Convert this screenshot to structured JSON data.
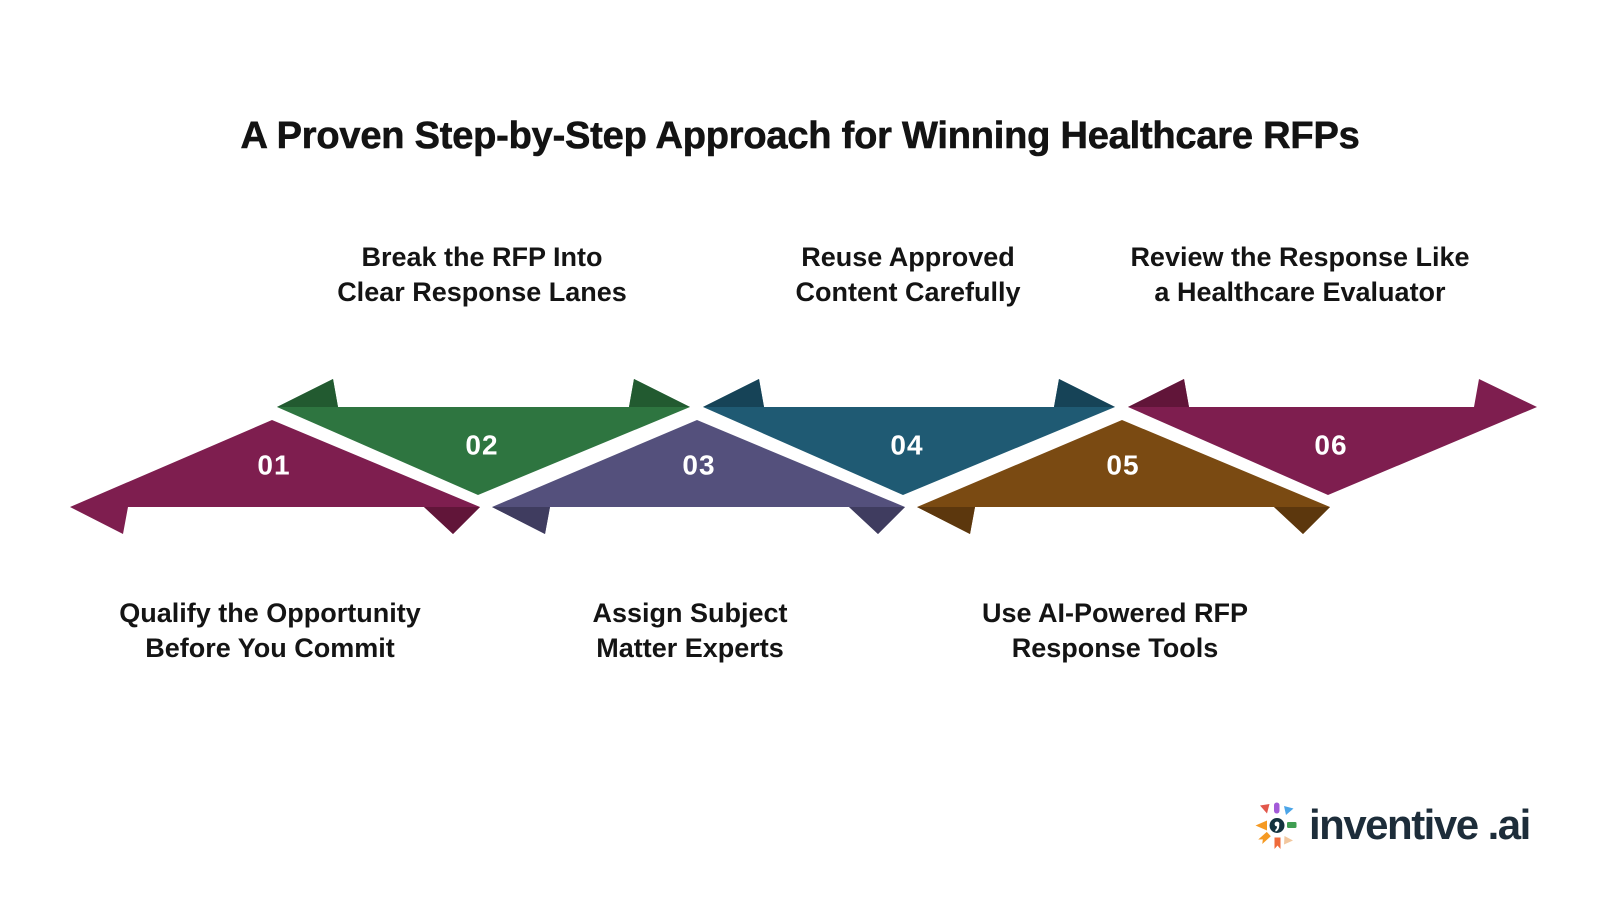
{
  "title": "A Proven Step-by-Step Approach for Winning Healthcare RFPs",
  "steps": [
    {
      "number": "01",
      "label_lines": [
        "Qualify the Opportunity",
        "Before You Commit"
      ],
      "label_position": "below",
      "color": "#7E1E4F",
      "fold_color": "#611539"
    },
    {
      "number": "02",
      "label_lines": [
        "Break the RFP Into",
        "Clear Response Lanes"
      ],
      "label_position": "above",
      "color": "#2E7540",
      "fold_color": "#225A30"
    },
    {
      "number": "03",
      "label_lines": [
        "Assign Subject",
        "Matter Experts"
      ],
      "label_position": "below",
      "color": "#54507C",
      "fold_color": "#3F3C5F"
    },
    {
      "number": "04",
      "label_lines": [
        "Reuse Approved",
        "Content Carefully"
      ],
      "label_position": "above",
      "color": "#1F5A73",
      "fold_color": "#164357"
    },
    {
      "number": "05",
      "label_lines": [
        "Use AI-Powered RFP",
        "Response Tools"
      ],
      "label_position": "below",
      "color": "#7A4A12",
      "fold_color": "#5C370D"
    },
    {
      "number": "06",
      "label_lines": [
        "Review the Response Like",
        "a Healthcare Evaluator"
      ],
      "label_position": "above",
      "color": "#7E1E4F",
      "fold_color": "#611539"
    }
  ],
  "number_text_color": "#ffffff",
  "logo": {
    "brand": "inventive",
    "tld": ".ai",
    "text_color": "#1d2d3a",
    "icon_colors": {
      "purple": "#A35AD8",
      "blue": "#4BA5E8",
      "green": "#3F9E52",
      "peach": "#F2C79E",
      "red_orange": "#EF6A3A",
      "orange": "#F59A23",
      "red": "#E2574B",
      "navy": "#14333F",
      "white": "#FFFFFF"
    }
  }
}
